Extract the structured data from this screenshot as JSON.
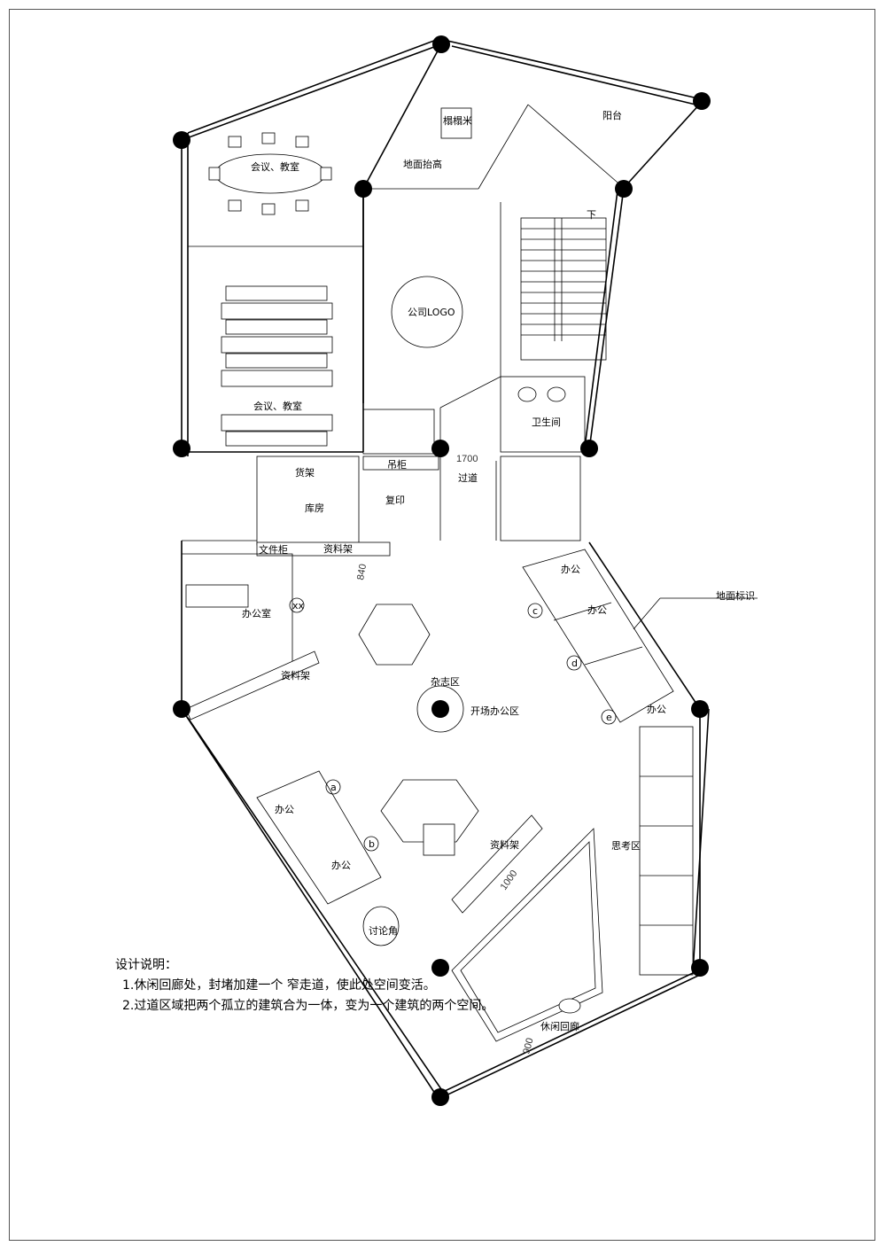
{
  "rooms": {
    "meeting_top": "会议、教室",
    "tatami": "榻榻米",
    "balcony": "阳台",
    "raised_floor": "地面抬高",
    "down": "下",
    "logo": "公司LOGO",
    "meeting_main": "会议、教室",
    "toilet": "卫生间",
    "shelf": "货架",
    "hanging_cabinet": "吊柜",
    "passage": "过道",
    "storage": "库房",
    "copy": "复印",
    "file_cabinet": "文件柜",
    "data_rack_top": "资料架",
    "office_room": "办公室",
    "data_rack_left": "资料架",
    "magazine": "杂志区",
    "open_office": "开场办公区",
    "office_a": "办公",
    "office_b": "办公",
    "office_c": "办公",
    "office_d": "办公",
    "office_e": "办公",
    "floor_mark": "地面标识",
    "think": "思考区",
    "data_rack_center": "资料架",
    "discussion": "讨论角",
    "leisure": "休闲回廊"
  },
  "markers": {
    "a": "a",
    "b": "b",
    "c": "c",
    "d": "d",
    "e": "e",
    "xx": "xx"
  },
  "dimensions": {
    "d1700": "1700",
    "d840": "840",
    "d1000": "1000",
    "d900": "900"
  },
  "notes": {
    "title": "设计说明：",
    "items": [
      "1.休闲回廊处，封堵加建一个 窄走道，使此处空间变活。",
      "2.过道区域把两个孤立的建筑合为一体，变为一个建筑的两个空间。"
    ]
  }
}
